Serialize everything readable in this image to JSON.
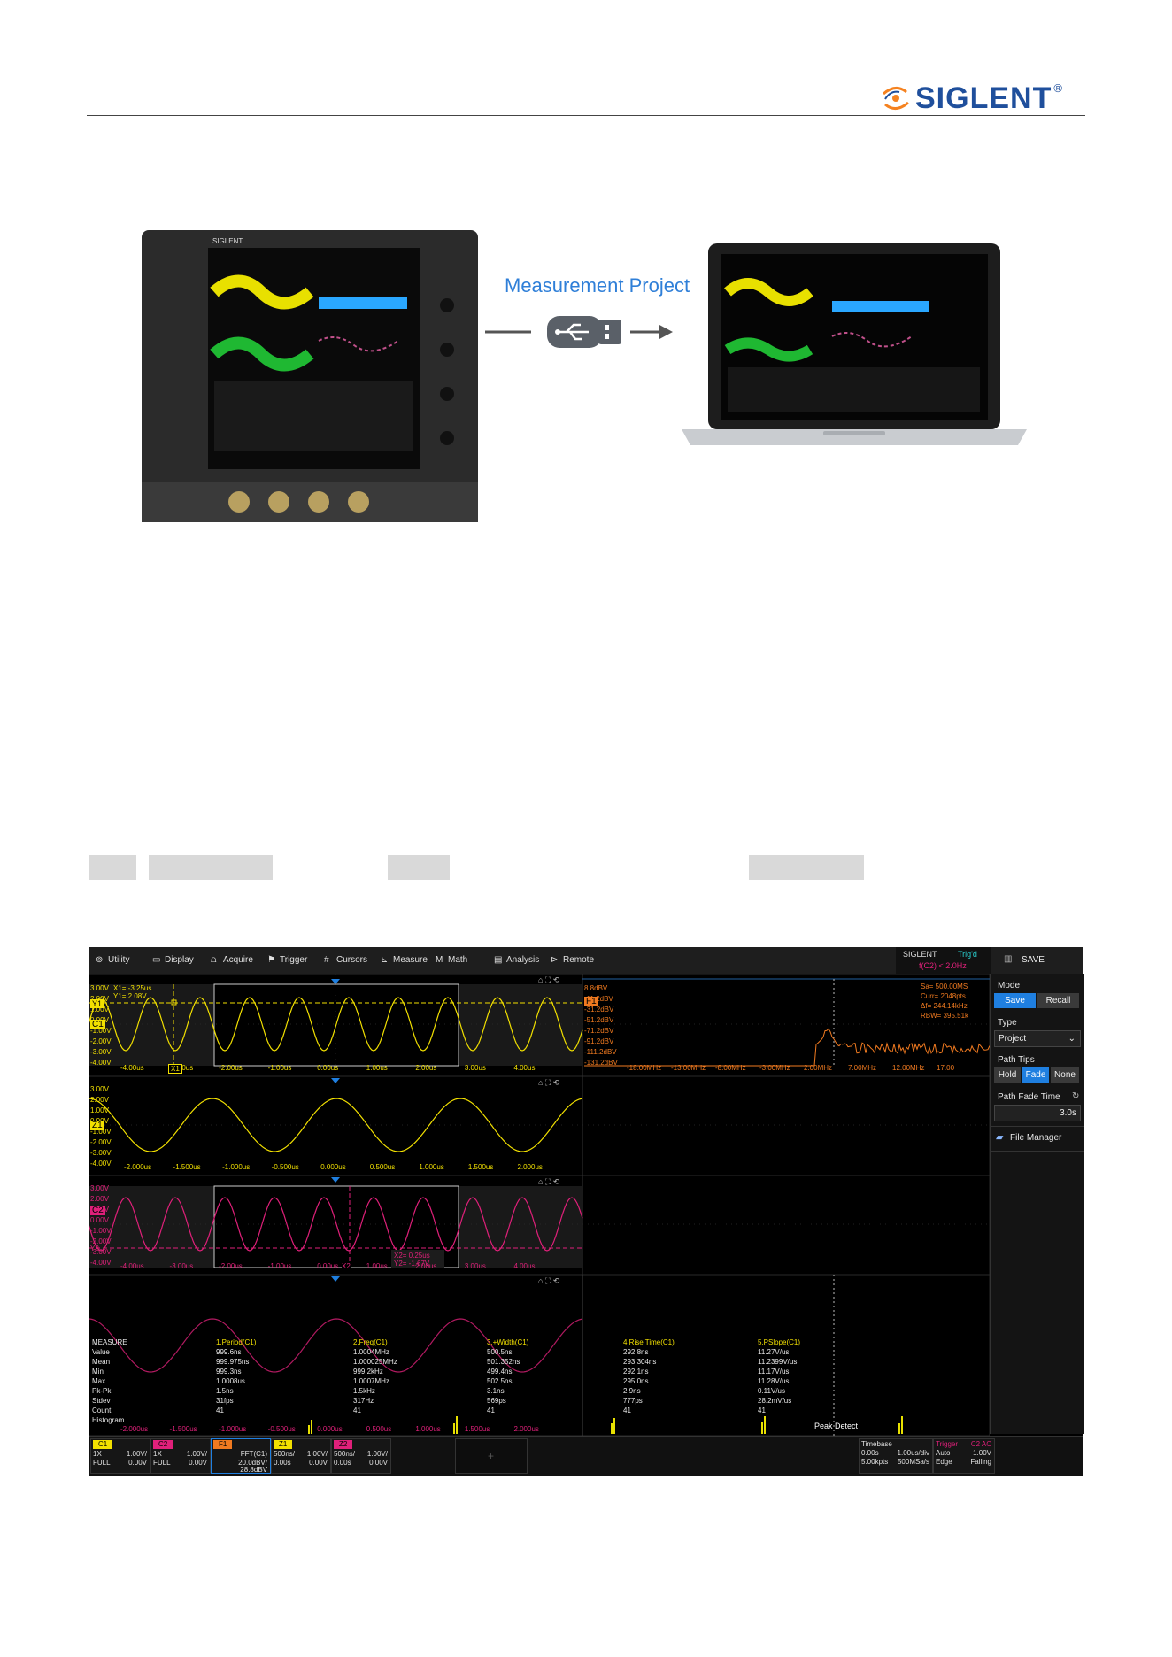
{
  "header": {
    "brand": "SIGLENT",
    "registered_mark": "®"
  },
  "illustration": {
    "caption": "Measurement Project",
    "oscilloscope_brand": "SIGLENT"
  },
  "scope": {
    "menu": [
      "Utility",
      "Display",
      "Acquire",
      "Trigger",
      "Cursors",
      "Measure",
      "Math",
      "Analysis",
      "Remote"
    ],
    "brand": "SIGLENT",
    "trig_status": "Trig'd",
    "trig_freq": "f(C2) < 2.0Hz",
    "save_title": "SAVE",
    "panel": {
      "mode_label": "Mode",
      "save_btn": "Save",
      "recall_btn": "Recall",
      "type_label": "Type",
      "type_value": "Project",
      "path_tips_label": "Path Tips",
      "hold_btn": "Hold",
      "fade_btn": "Fade",
      "none_btn": "None",
      "fade_time_label": "Path Fade Time",
      "fade_time_value": "3.0s",
      "file_manager": "File Manager"
    },
    "pane1": {
      "cursor_x1": "X1= -3.25us",
      "cursor_y1": "Y1= 2.08V",
      "y_ticks": [
        "3.00V",
        "2.00V",
        "1.00V",
        "0.00V",
        "-1.00V",
        "-2.00V",
        "-3.00V",
        "-4.00V"
      ],
      "x_ticks": [
        "-4.00us",
        "-3.00us",
        "-2.00us",
        "-1.00us",
        "0.00us",
        "1.00us",
        "2.00us",
        "3.00us",
        "4.00us"
      ],
      "ch_label": "C1",
      "y1_label": "Y1",
      "x1_label": "X1"
    },
    "fft": {
      "label": "F1",
      "sa": "Sa=  500.00MS",
      "curr": "Curr= 2048pts",
      "df": "Δf=  244.14kHz",
      "rbw": "RBW=  395.51k",
      "y_ticks": [
        "8.8dBV",
        "-11.2dBV",
        "-31.2dBV",
        "-51.2dBV",
        "-71.2dBV",
        "-91.2dBV",
        "-111.2dBV",
        "-131.2dBV"
      ],
      "x_ticks": [
        "-18.00MHz",
        "-13.00MHz",
        "-8.00MHz",
        "-3.00MHz",
        "2.00MHz",
        "7.00MHz",
        "12.00MHz",
        "17.00"
      ]
    },
    "pane2": {
      "ch_label": "Z1",
      "y_ticks": [
        "3.00V",
        "2.00V",
        "1.00V",
        "0.00V",
        "-1.00V",
        "-2.00V",
        "-3.00V",
        "-4.00V"
      ],
      "x_ticks": [
        "-2.000us",
        "-1.500us",
        "-1.000us",
        "-0.500us",
        "0.000us",
        "0.500us",
        "1.000us",
        "1.500us",
        "2.000us"
      ]
    },
    "pane3": {
      "ch_label": "C2",
      "y2_label": "Y2",
      "cursor_x2": "X2= 0.25us",
      "cursor_y2": "Y2= -1.67V",
      "x2_label": "X2",
      "y_ticks": [
        "3.00V",
        "2.00V",
        "1.00V",
        "0.00V",
        "-1.00V",
        "-2.00V",
        "-3.00V",
        "-4.00V"
      ],
      "x_ticks": [
        "-4.00us",
        "-3.00us",
        "-2.00us",
        "-1.00us",
        "0.00us",
        "1.00us",
        "2.00us",
        "3.00us",
        "4.00us"
      ]
    },
    "measure": {
      "header": [
        "MEASURE",
        "1.Period(C1)",
        "2.Freq(C1)",
        "3.+Width(C1)",
        "4.Rise Time(C1)",
        "5.PSlope(C1)"
      ],
      "rows": [
        [
          "Value",
          "999.6ns",
          "1.0004MHz",
          "500.5ns",
          "292.8ns",
          "11.27V/us"
        ],
        [
          "Mean",
          "999.975ns",
          "1.000025MHz",
          "501.352ns",
          "293.304ns",
          "11.2399V/us"
        ],
        [
          "Min",
          "999.3ns",
          "999.2kHz",
          "499.4ns",
          "292.1ns",
          "11.17V/us"
        ],
        [
          "Max",
          "1.0008us",
          "1.0007MHz",
          "502.5ns",
          "295.0ns",
          "11.28V/us"
        ],
        [
          "Pk-Pk",
          "1.5ns",
          "1.5kHz",
          "3.1ns",
          "2.9ns",
          "0.11V/us"
        ],
        [
          "Stdev",
          "31fps",
          "317Hz",
          "569ps",
          "777ps",
          "28.2mV/us"
        ],
        [
          "Count",
          "41",
          "41",
          "41",
          "41",
          "41"
        ],
        [
          "Histogram",
          "",
          "",
          "",
          "",
          ""
        ]
      ],
      "peak_detect": "Peak Detect",
      "bottom_x_ticks": [
        "-2.000us",
        "-1.500us",
        "-1.000us",
        "-0.500us",
        "0.000us",
        "0.500us",
        "1.000us",
        "1.500us",
        "2.000us"
      ]
    },
    "channels": [
      {
        "tag": "C1",
        "color": "#f2e000",
        "l1": "1X",
        "r1": "1.00V/",
        "l2": "FULL",
        "r2": "0.00V"
      },
      {
        "tag": "C2",
        "color": "#e0207a",
        "l1": "1X",
        "r1": "1.00V/",
        "l2": "FULL",
        "r2": "0.00V"
      },
      {
        "tag": "F1",
        "color": "#f07a20",
        "l1": "",
        "r1": "FFT(C1)",
        "l2": "",
        "r2": "20.0dBV/",
        "l3": "28.8dBV"
      },
      {
        "tag": "Z1",
        "color": "#f2e000",
        "l1": "500ns/",
        "r1": "1.00V/",
        "l2": "0.00s",
        "r2": "0.00V"
      },
      {
        "tag": "Z2",
        "color": "#e0207a",
        "l1": "500ns/",
        "r1": "1.00V/",
        "l2": "0.00s",
        "r2": "0.00V"
      }
    ],
    "timebase": {
      "label": "Timebase",
      "delay": "0.00s",
      "div": "1.00us/div",
      "pts": "5.00kpts",
      "rate": "500MSa/s"
    },
    "trigger": {
      "label": "Trigger",
      "src": "C2 AC",
      "mode": "Auto",
      "level": "1.00V",
      "type": "Edge",
      "slope": "Falling"
    },
    "colors": {
      "ch1": "#f2e000",
      "ch2": "#e0207a",
      "fft": "#f07a20",
      "accent": "#1f7fe0"
    }
  }
}
